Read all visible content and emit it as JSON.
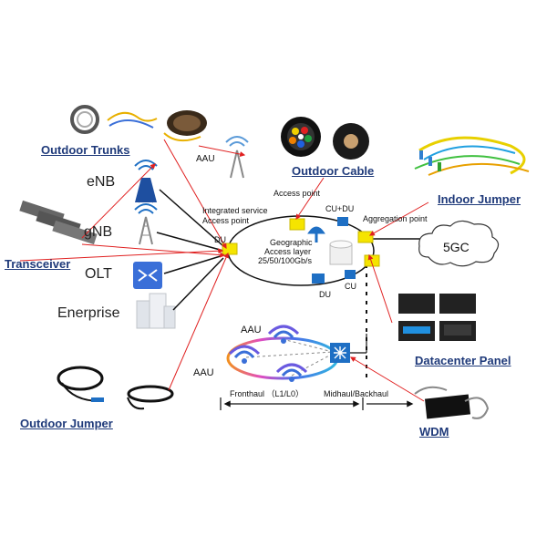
{
  "products": {
    "outdoor_trunks": "Outdoor Trunks",
    "outdoor_cable": "Outdoor Cable",
    "indoor_jumper": "Indoor Jumper",
    "transceiver": "Transceiver",
    "datacenter_panel": "Datacenter Panel",
    "outdoor_jumper": "Outdoor Jumper",
    "wdm": "WDM"
  },
  "sites": {
    "enb": "eNB",
    "gnb": "gNB",
    "olt": "OLT",
    "enterprise": "Enerprise"
  },
  "network": {
    "aau_top": "AAU",
    "aau_mid": "AAU",
    "aau_left": "AAU",
    "integrated_line1": "Integrated service",
    "integrated_line2": "Access point",
    "access_point": "Access point",
    "du_left": "DU",
    "du_bottom": "DU",
    "cu_du": "CU+DU",
    "cu": "CU",
    "aggregation_point": "Aggregation point",
    "ring_line1": "Geographic",
    "ring_line2": "Access layer",
    "ring_line3": "25/50/100Gb/s",
    "core": "5GC",
    "fronthaul": "Fronthaul （L1/L0）",
    "midhaul": "Midhaul/Backhaul"
  },
  "colors": {
    "link_red": "#e02020",
    "node_yellow": "#f5e400",
    "node_blue": "#1e6fc4",
    "label_blue": "#1f3a7a"
  }
}
